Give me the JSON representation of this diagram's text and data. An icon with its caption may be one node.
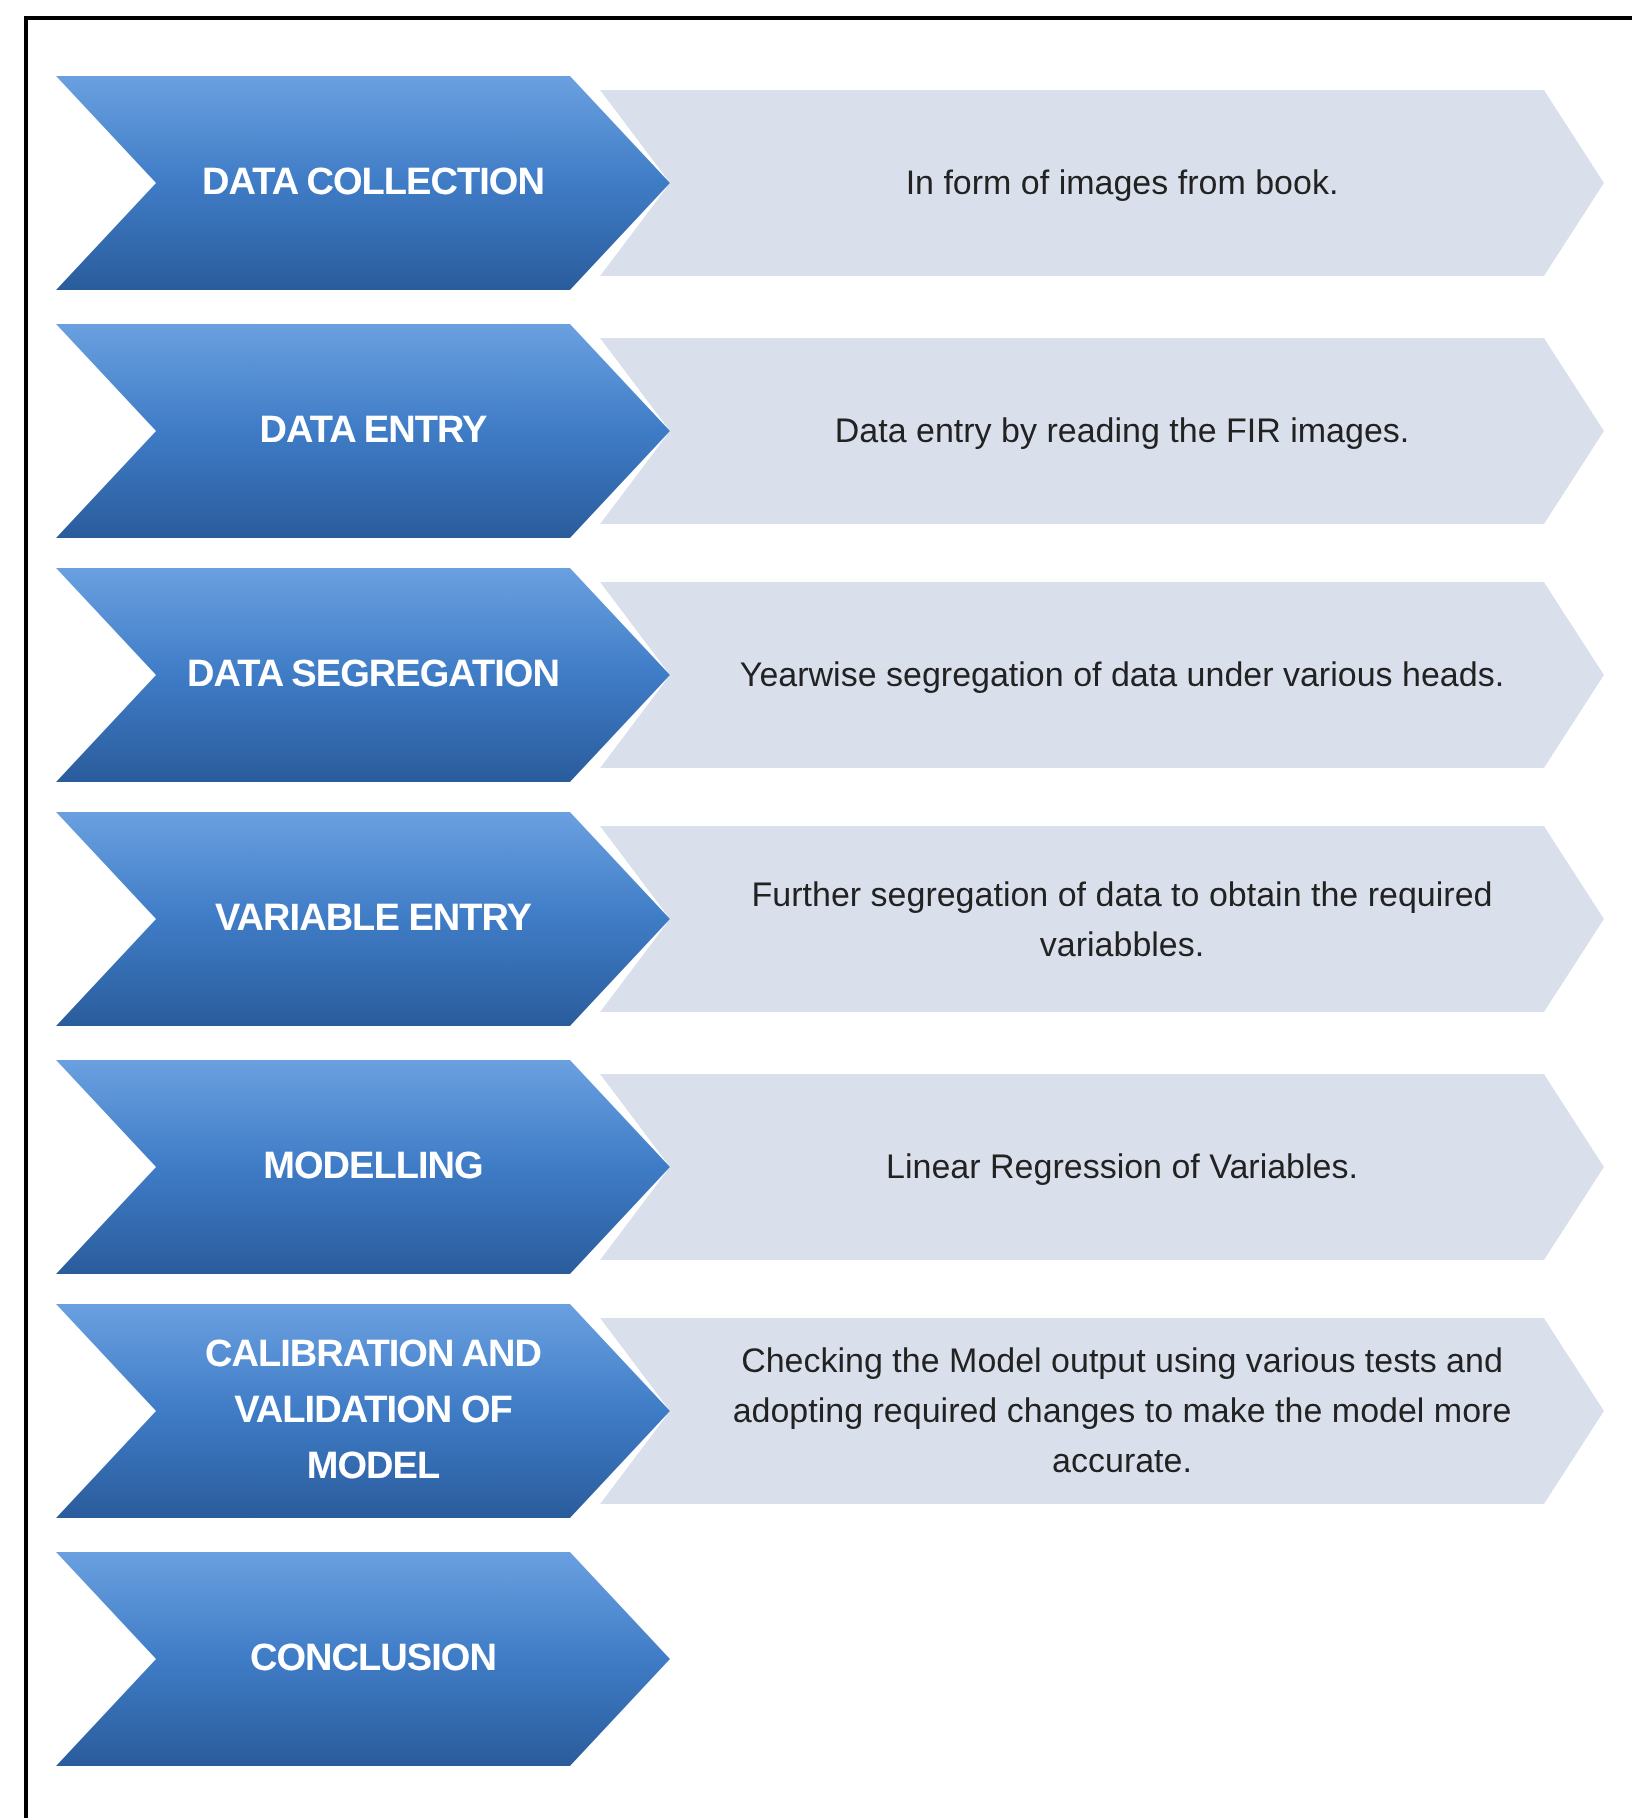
{
  "diagram": {
    "nodes": [
      {
        "text": [
          "DATA COLLECTION"
        ]
      },
      {
        "text": [
          "In form of images from book."
        ]
      },
      {
        "text": [
          "DATA ENTRY"
        ]
      },
      {
        "text": [
          "Data entry by reading the FIR images."
        ]
      },
      {
        "text": [
          "DATA SEGREGATION"
        ]
      },
      {
        "text": [
          "Yearwise segregation of data under various heads."
        ]
      },
      {
        "text": [
          "VARIABLE ENTRY"
        ]
      },
      {
        "text": [
          "Further segregation of data to obtain the required variabbles."
        ]
      },
      {
        "text": [
          "MODELLING"
        ]
      },
      {
        "text": [
          "Linear Regression of Variables."
        ]
      },
      {
        "text": [
          "CALIBRATION AND VALIDATION OF MODEL"
        ]
      },
      {
        "text": [
          "Checking the Model output using various tests and adopting required changes to make the model more accurate."
        ]
      },
      {
        "text": [
          "CONCLUSION"
        ]
      }
    ]
  }
}
